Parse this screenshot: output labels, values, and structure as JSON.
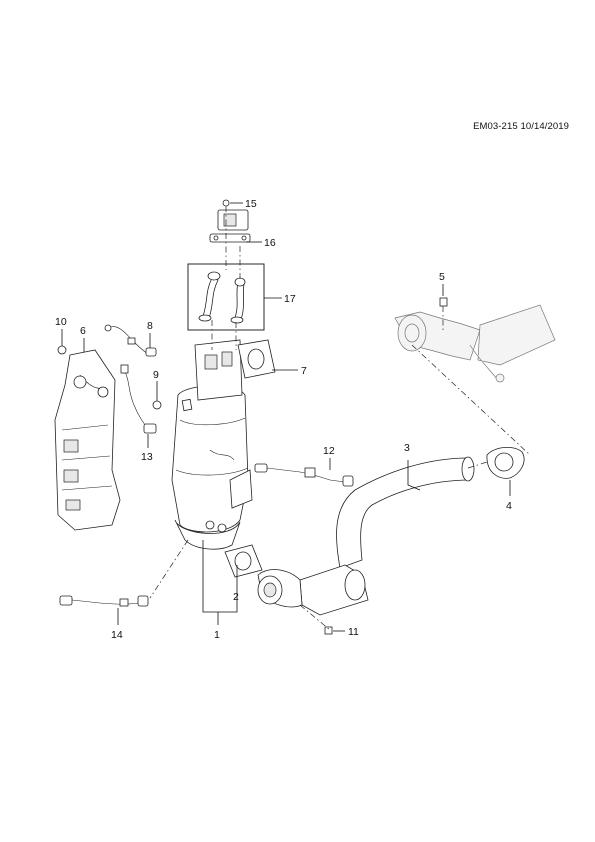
{
  "document": {
    "id": "EM03-215 10/14/2019"
  },
  "callouts": [
    {
      "id": "c1",
      "label": "1"
    },
    {
      "id": "c2",
      "label": "2"
    },
    {
      "id": "c3",
      "label": "3"
    },
    {
      "id": "c4",
      "label": "4"
    },
    {
      "id": "c5",
      "label": "5"
    },
    {
      "id": "c6",
      "label": "6"
    },
    {
      "id": "c7",
      "label": "7"
    },
    {
      "id": "c8",
      "label": "8"
    },
    {
      "id": "c9",
      "label": "9"
    },
    {
      "id": "c10",
      "label": "10"
    },
    {
      "id": "c11",
      "label": "11"
    },
    {
      "id": "c12",
      "label": "12"
    },
    {
      "id": "c13",
      "label": "13"
    },
    {
      "id": "c14",
      "label": "14"
    },
    {
      "id": "c15",
      "label": "15"
    },
    {
      "id": "c16",
      "label": "16"
    },
    {
      "id": "c17",
      "label": "17"
    }
  ]
}
